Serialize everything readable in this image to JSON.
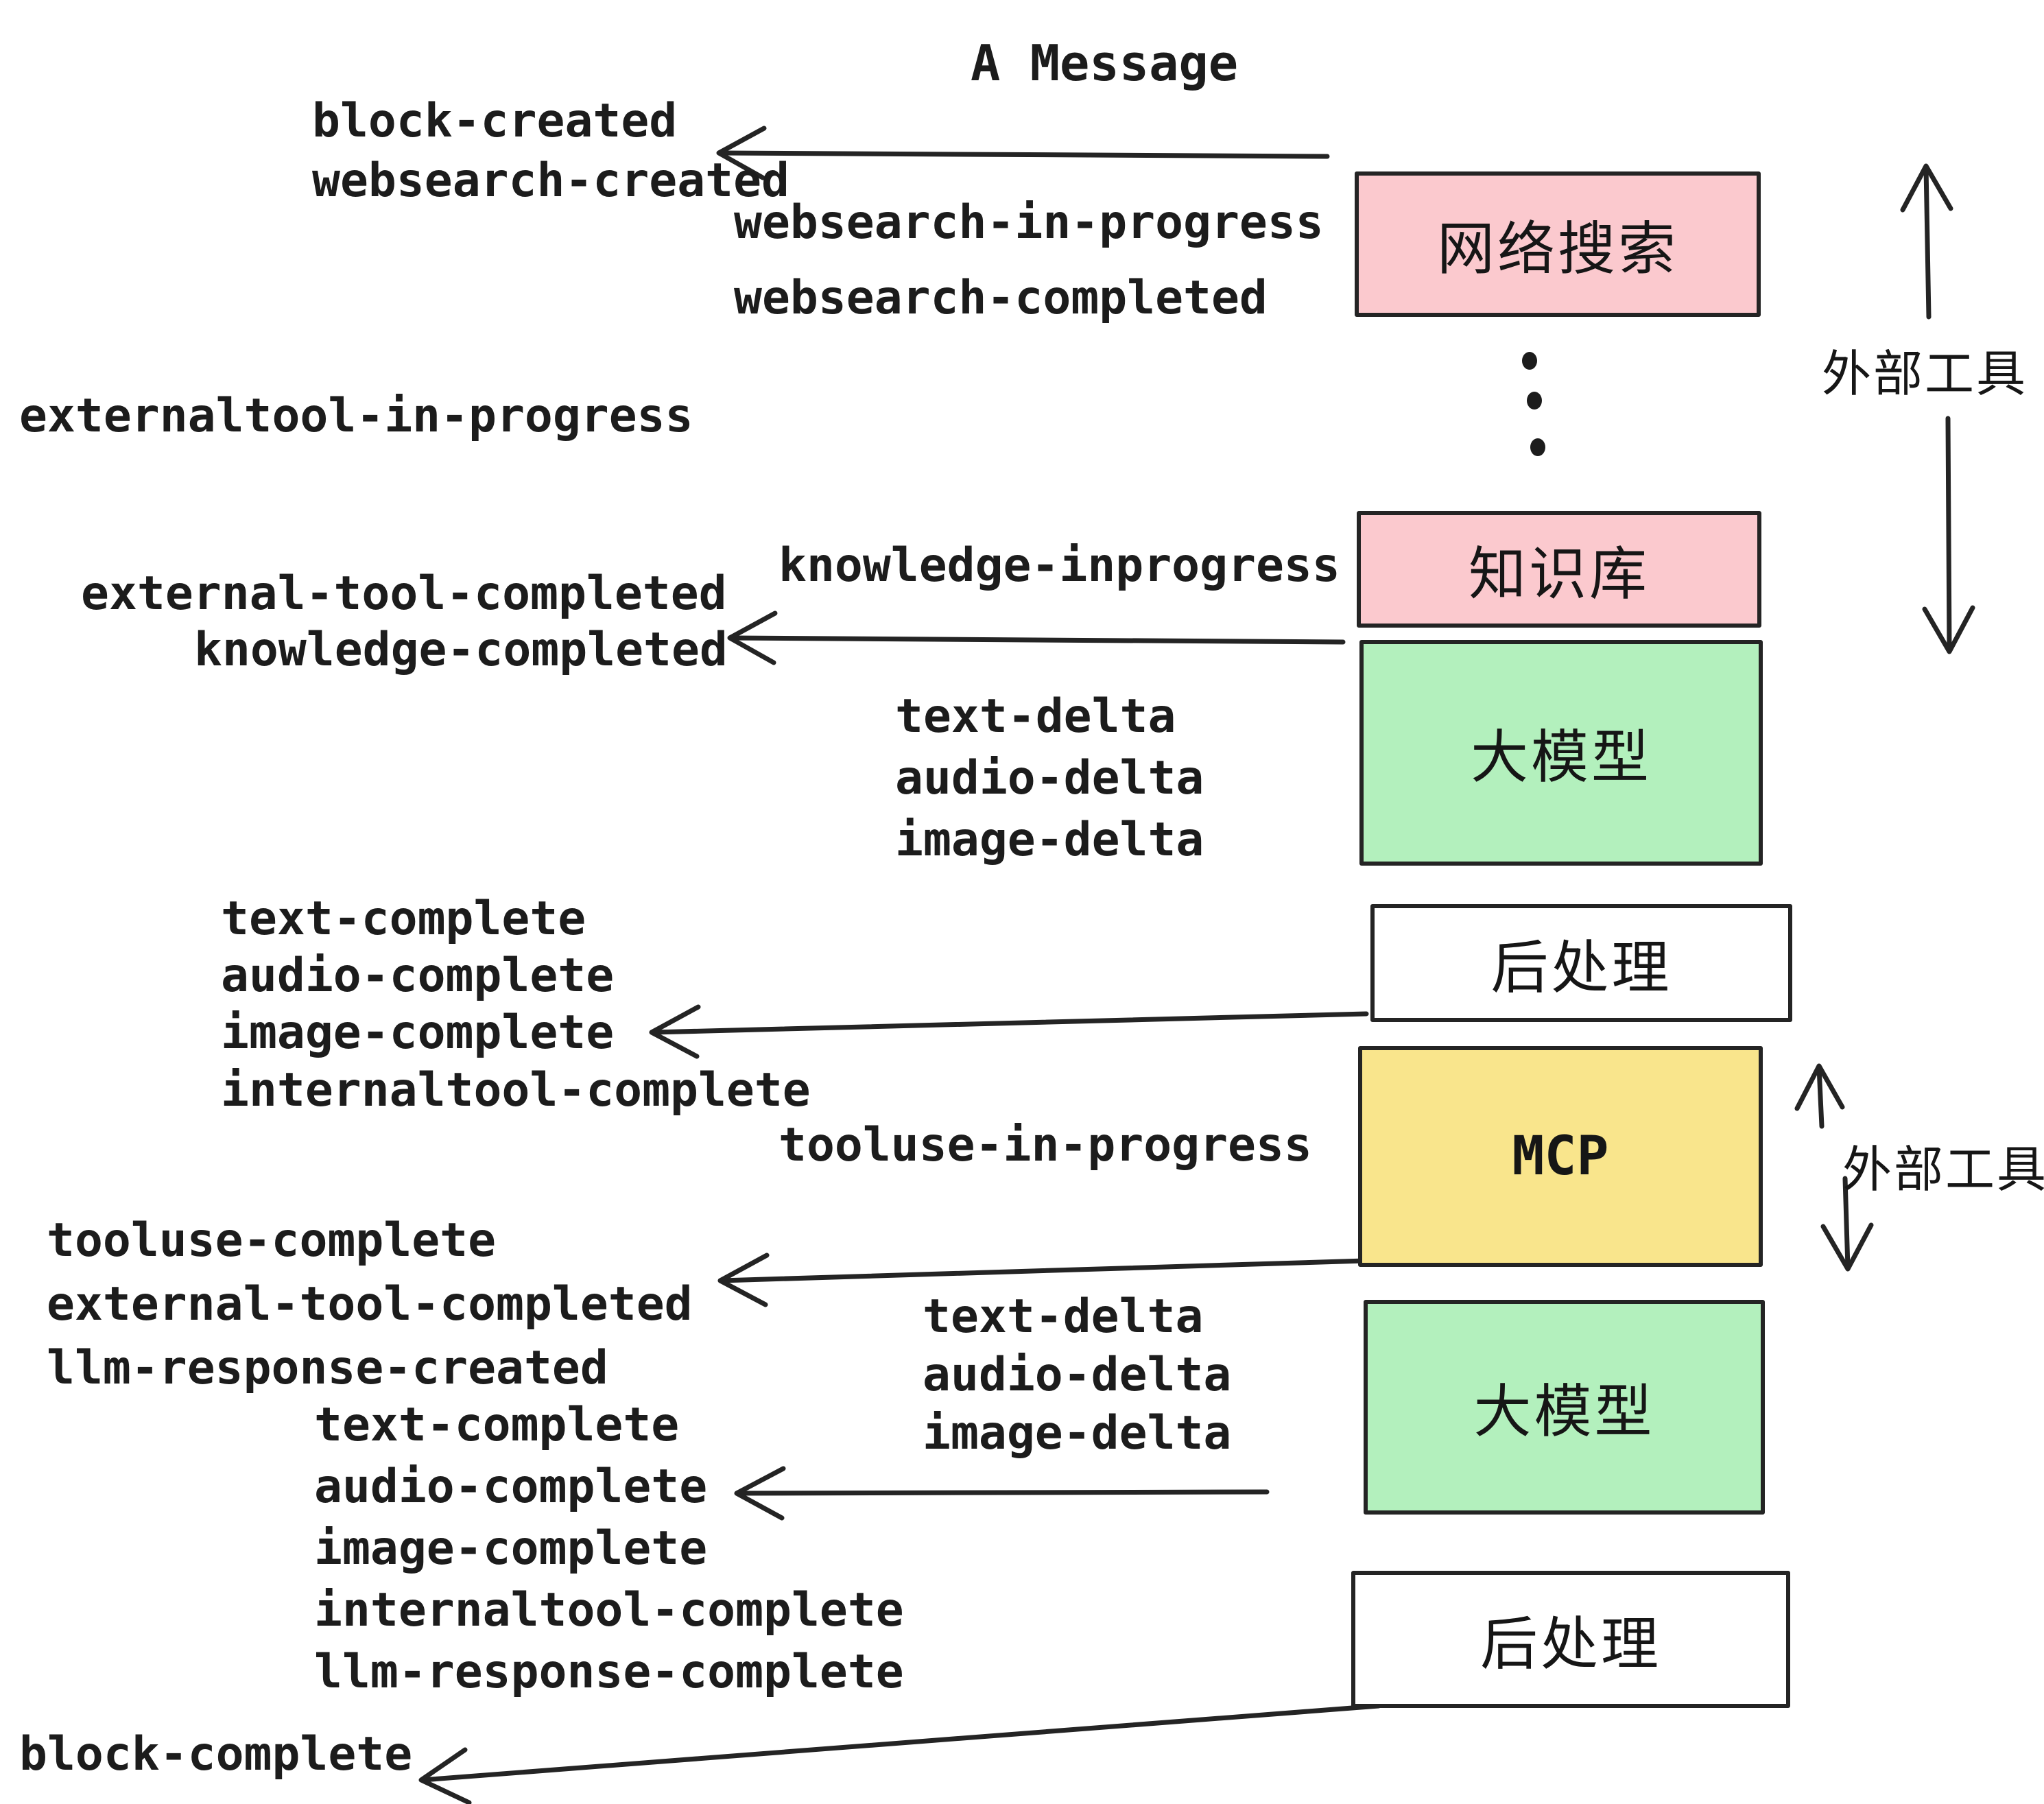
{
  "title": "A Message",
  "colors": {
    "pink": "#fbc9ce",
    "green": "#b3f0bd",
    "yellow": "#f9e58c",
    "white": "#ffffff",
    "ink": "#242424"
  },
  "boxes": [
    {
      "id": "websearch",
      "label": "网络搜索",
      "color": "#fbc9ce"
    },
    {
      "id": "knowledge",
      "label": "知识库",
      "color": "#fbc9ce"
    },
    {
      "id": "llm-1",
      "label": "大模型",
      "color": "#b3f0bd"
    },
    {
      "id": "post-1",
      "label": "后处理",
      "color": "#ffffff"
    },
    {
      "id": "mcp",
      "label": "MCP",
      "color": "#f9e58c"
    },
    {
      "id": "llm-2",
      "label": "大模型",
      "color": "#b3f0bd"
    },
    {
      "id": "post-2",
      "label": "后处理",
      "color": "#ffffff"
    }
  ],
  "annotations": {
    "external_tools_top": "外部工具",
    "external_tools_mcp": "外部工具"
  },
  "events": {
    "block_created": "block-created",
    "websearch_created": "websearch-created",
    "websearch_in_progress": "websearch-in-progress",
    "websearch_completed": "websearch-completed",
    "externaltool_in_progress": "externaltool-in-progress",
    "knowledge_inprogress": "knowledge-inprogress",
    "external_tool_completed": "external-tool-completed",
    "knowledge_completed": "knowledge-completed",
    "text_delta": "text-delta",
    "audio_delta": "audio-delta",
    "image_delta": "image-delta",
    "text_complete": "text-complete",
    "audio_complete": "audio-complete",
    "image_complete": "image-complete",
    "internaltool_complete": "internaltool-complete",
    "tooluse_in_progress": "tooluse-in-progress",
    "tooluse_complete": "tooluse-complete",
    "llm_response_created": "llm-response-created",
    "llm_response_complete": "llm-response-complete",
    "block_complete": "block-complete"
  }
}
